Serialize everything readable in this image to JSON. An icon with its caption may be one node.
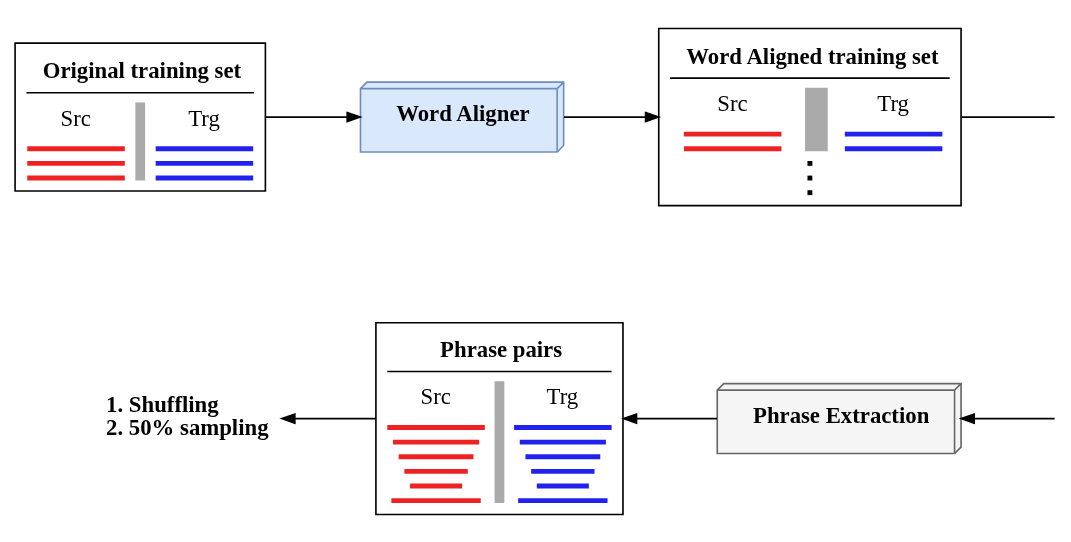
{
  "diagram": {
    "nodes": [
      {
        "text": [
          "Original training set",
          "Src",
          "Trg"
        ]
      },
      {
        "text": [
          "Word Aligner"
        ]
      },
      {
        "text": [
          "Word Aligned training set",
          "Src",
          "Trg"
        ]
      },
      {
        "text": [
          "Phrase Extraction"
        ]
      },
      {
        "text": [
          "Phrase pairs",
          "Src",
          "Trg"
        ]
      },
      {
        "text": [
          "1. Shuffling",
          "2. 50% sampling"
        ]
      }
    ],
    "edges": [
      {
        "from": 0,
        "to": 1,
        "arrow": "to"
      },
      {
        "from": 1,
        "to": 2,
        "arrow": "to"
      },
      {
        "from": 2,
        "to": null,
        "arrow": "none"
      },
      {
        "from": null,
        "to": 3,
        "arrow": "to"
      },
      {
        "from": 3,
        "to": 4,
        "arrow": "to"
      },
      {
        "from": 4,
        "to": 5,
        "arrow": "to"
      }
    ]
  }
}
